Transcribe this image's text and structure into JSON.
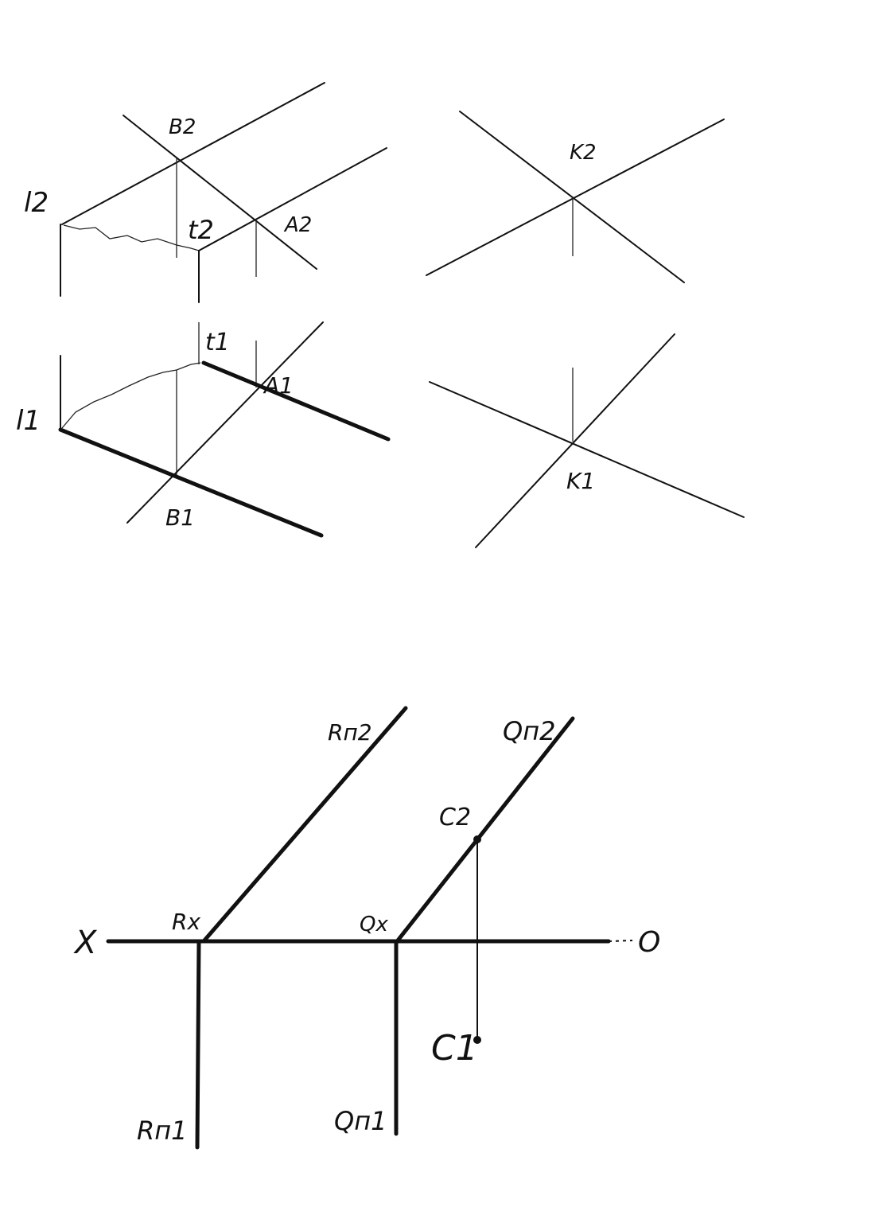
{
  "labels": {
    "fig1": {
      "b2": "B2",
      "l2": "l2",
      "t2": "t2",
      "a2": "A2",
      "t1": "t1",
      "a1": "A1",
      "l1": "l1",
      "b1": "B1"
    },
    "fig2": {
      "k2": "K2",
      "k1": "K1"
    },
    "fig3": {
      "rp2": "Rп2",
      "qp2": "Qп2",
      "c2": "C2",
      "rx": "Rx",
      "qx": "Qx",
      "x": "X",
      "o": "O",
      "c1": "C1",
      "rp1": "Rп1",
      "qp1": "Qп1"
    }
  }
}
